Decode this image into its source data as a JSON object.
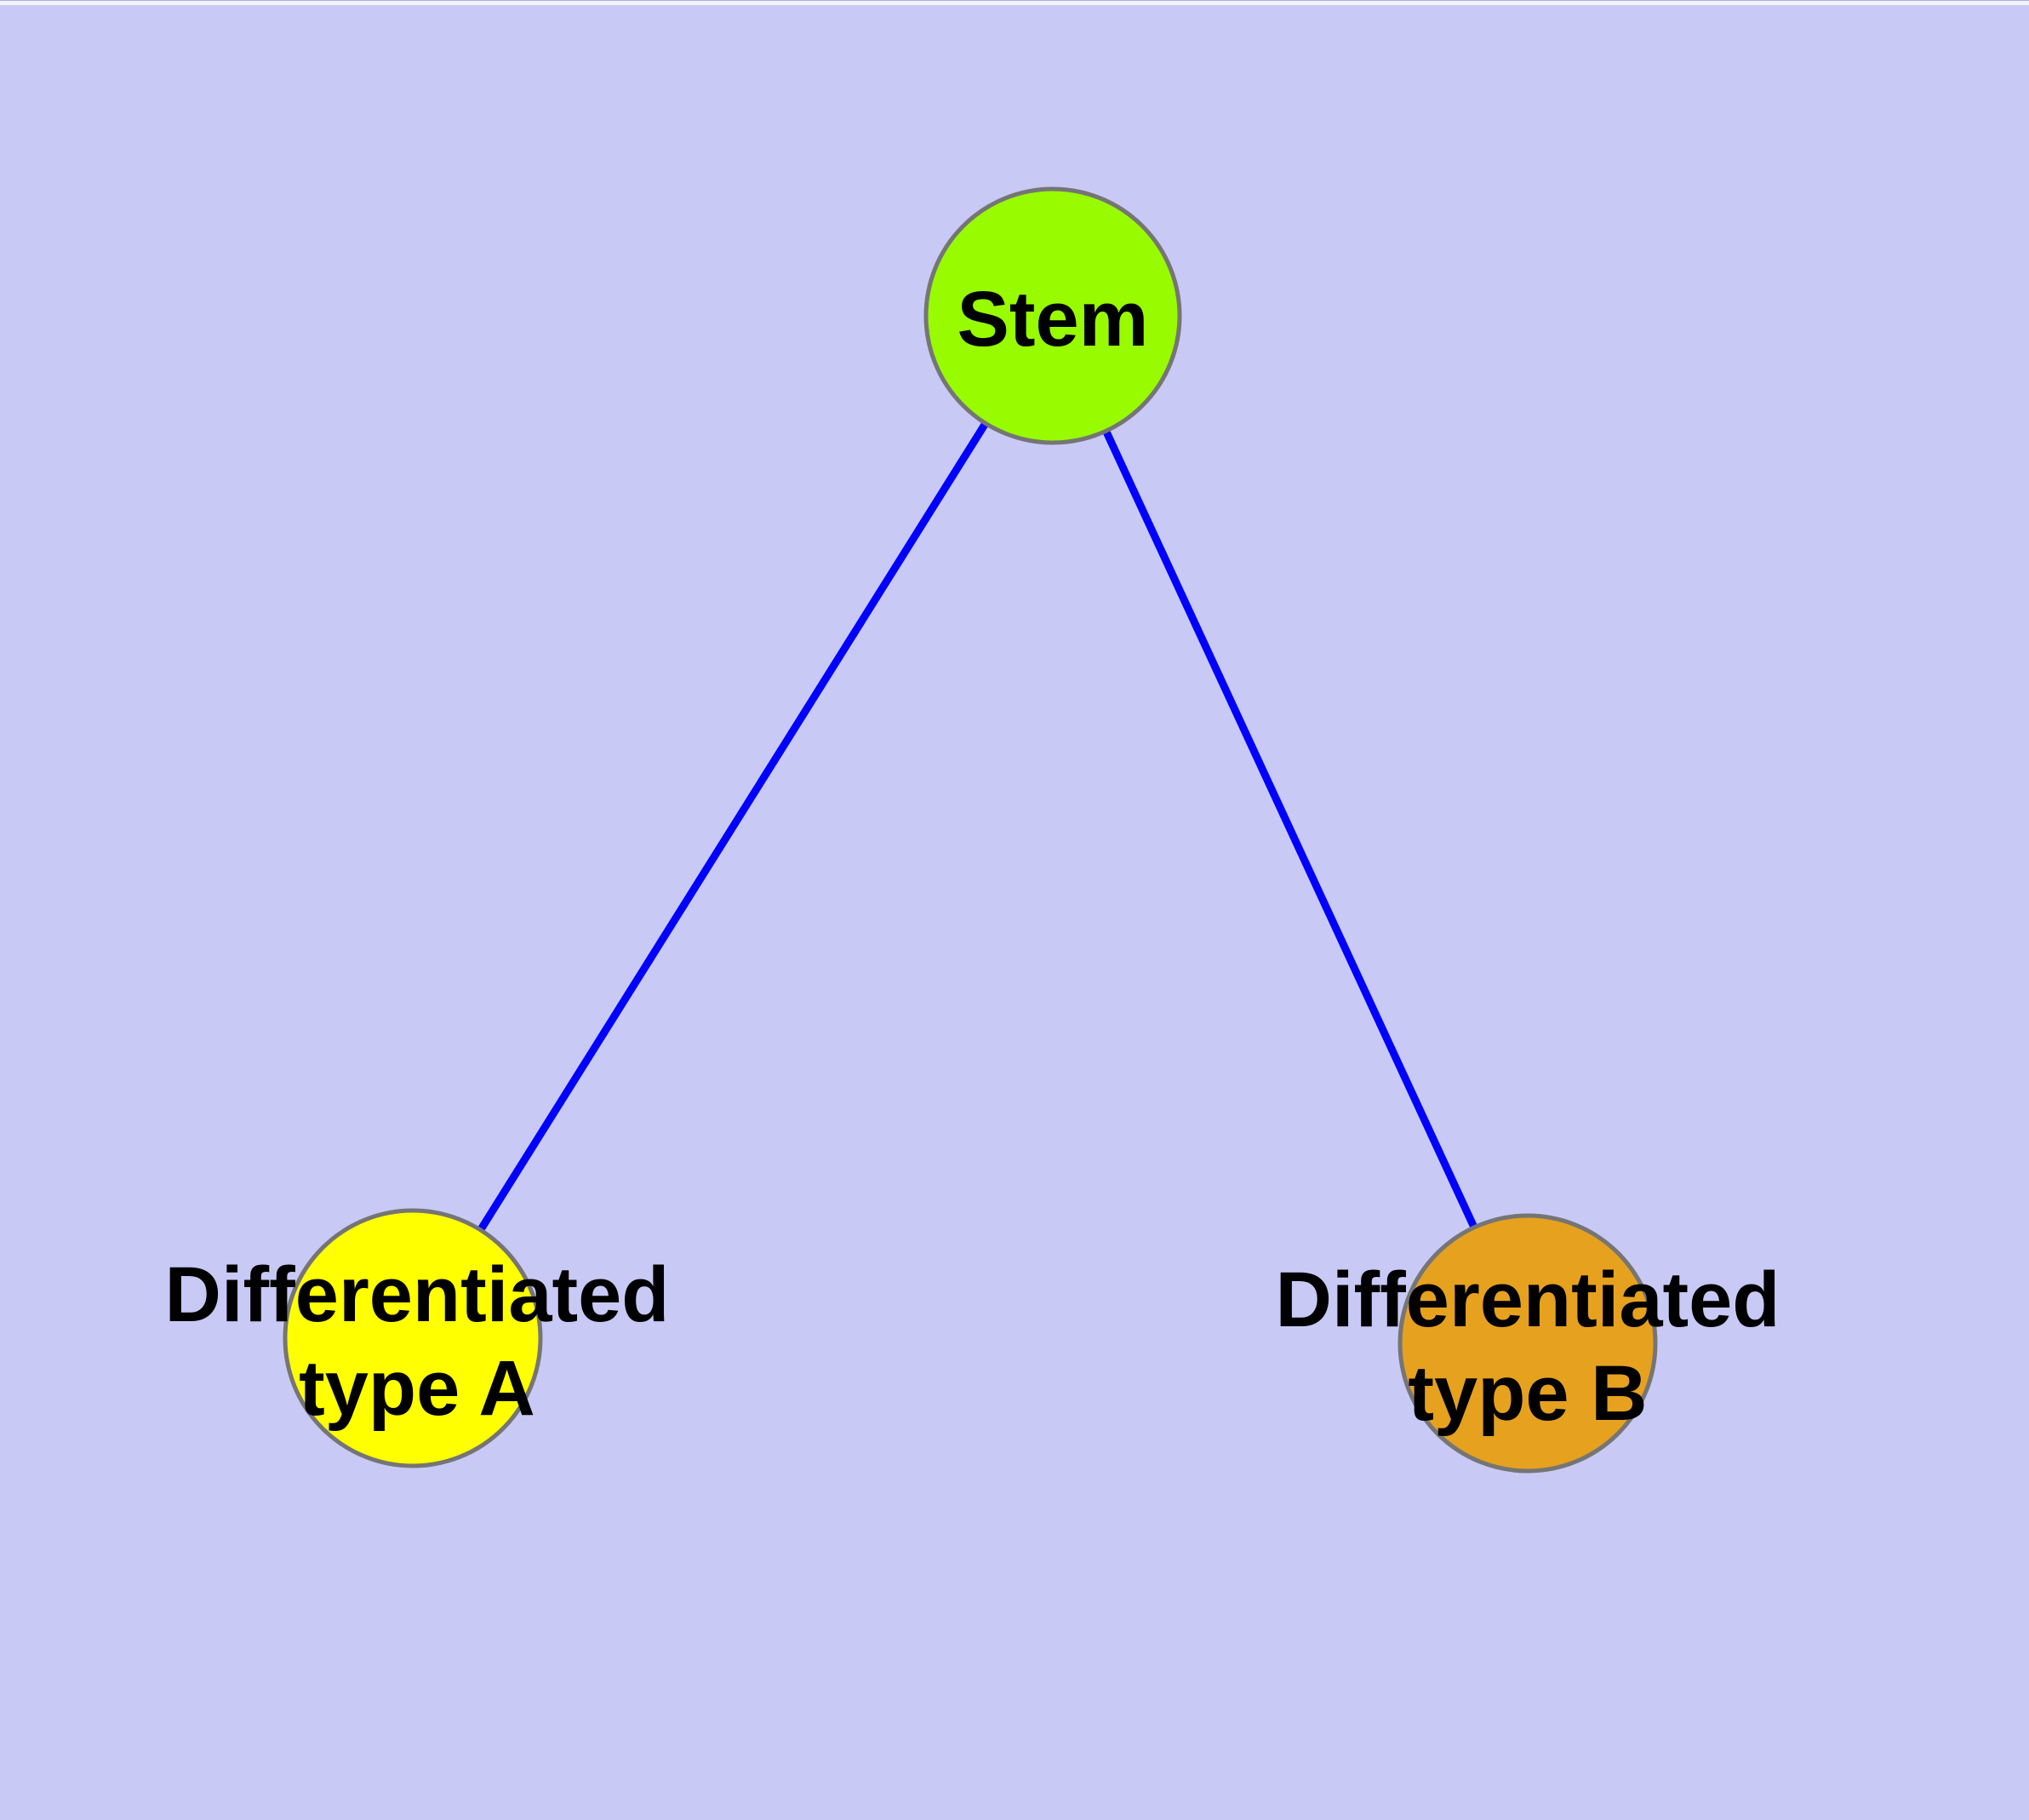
{
  "diagram": {
    "background_color": "#C9C9F6",
    "edge_color": "#0000FF",
    "node_border_color": "#757575",
    "nodes": {
      "stem": {
        "label": "Stem",
        "fill": "#98FB00"
      },
      "type_a": {
        "label_line1": "Differentiated",
        "label_line2": "type A",
        "fill": "#FFFF00"
      },
      "type_b": {
        "label_line1": "Differentiated",
        "label_line2": "type B",
        "fill": "#E6A11F"
      }
    },
    "edges": [
      {
        "from": "stem",
        "to": "type_a",
        "color": "#0000FF"
      },
      {
        "from": "stem",
        "to": "type_b",
        "color": "#0000FF"
      }
    ]
  }
}
